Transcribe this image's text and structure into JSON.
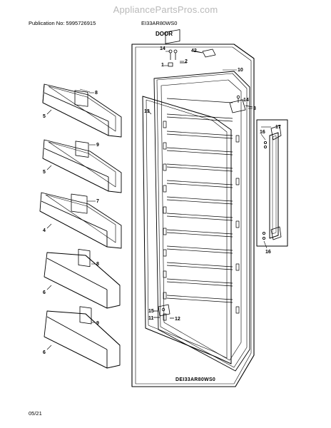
{
  "watermark": "AppliancePartsPros.com",
  "header": {
    "publication": "Publication No: 5995726915",
    "model": "EI33AR80WS0",
    "section": "DOOR"
  },
  "diagram_tag": "DEI33AR80WS0",
  "footer": {
    "date": "05/21"
  },
  "callouts": {
    "c42": "42",
    "c14a": "14",
    "c1": "1",
    "c2": "2",
    "c10": "10",
    "c14b": "14",
    "c3": "3",
    "c13": "13",
    "c17": "17",
    "c16a": "16",
    "c8a": "8",
    "c5a": "5",
    "c9a": "9",
    "c5b": "5",
    "c7": "7",
    "c4": "4",
    "c16b": "16",
    "c8b": "8",
    "c6a": "6",
    "c15": "15",
    "c11": "11",
    "c12": "12",
    "c9b": "9",
    "c6b": "6"
  }
}
